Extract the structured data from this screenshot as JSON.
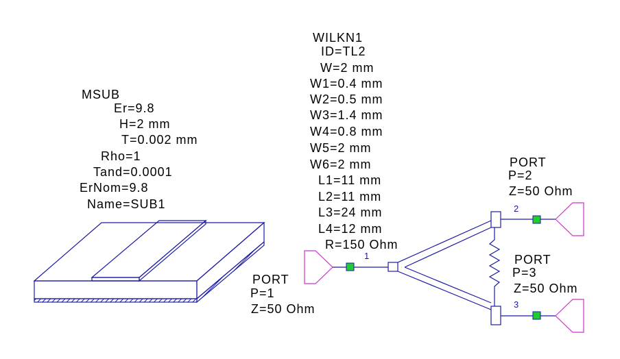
{
  "msub": {
    "title": "MSUB",
    "er": "Er=9.8",
    "h": "H=2 mm",
    "t": "T=0.002 mm",
    "rho": "Rho=1",
    "tand": "Tand=0.0001",
    "ernom": "ErNom=9.8",
    "name": "Name=SUB1"
  },
  "wilkinson": {
    "title": "WILKN1",
    "id": "ID=TL2",
    "w": "W=2 mm",
    "w1": "W1=0.4 mm",
    "w2": "W2=0.5 mm",
    "w3": "W3=1.4 mm",
    "w4": "W4=0.8 mm",
    "w5": "W5=2 mm",
    "w6": "W6=2 mm",
    "l1": "L1=11 mm",
    "l2": "L2=11 mm",
    "l3": "L3=24 mm",
    "l4": "L4=12 mm",
    "r": "R=150 Ohm"
  },
  "port1": {
    "title": "PORT",
    "p": "P=1",
    "z": "Z=50 Ohm",
    "pin": "1"
  },
  "port2": {
    "title": "PORT",
    "p": "P=2",
    "z": "Z=50 Ohm",
    "pin": "2"
  },
  "port3": {
    "title": "PORT",
    "p": "P=3",
    "z": "Z=50 Ohm",
    "pin": "3"
  },
  "colors": {
    "trace": "#1a1aa6",
    "port": "#cc33cc",
    "node": "#22cc33",
    "text": "#000000"
  }
}
